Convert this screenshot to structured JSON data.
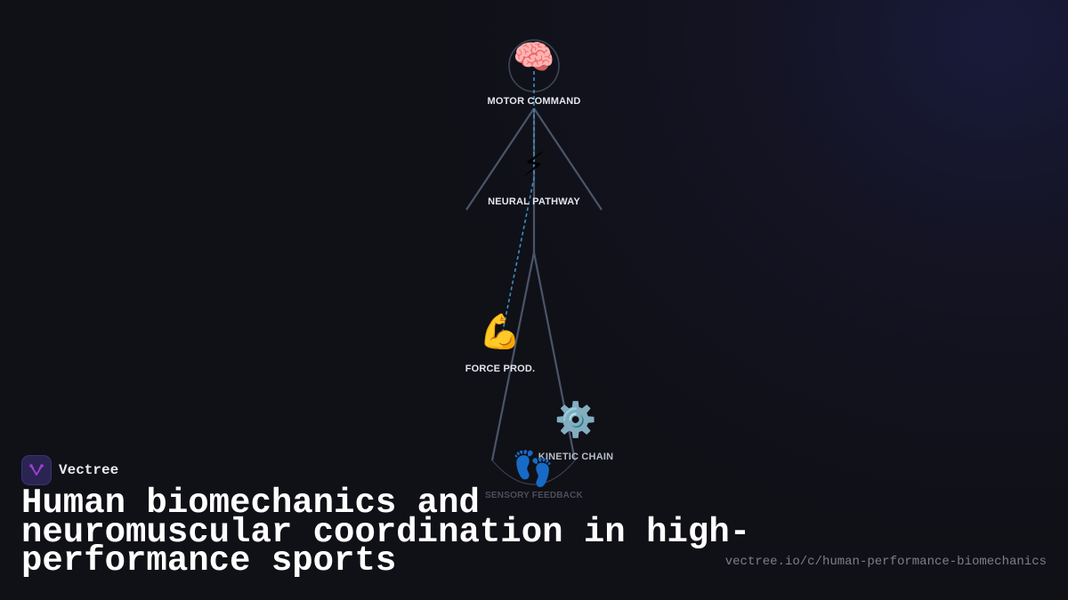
{
  "diagram": {
    "nodes": [
      {
        "id": "motor-command",
        "icon": "🧠",
        "icon_name": "brain-icon",
        "label": "MOTOR COMMAND"
      },
      {
        "id": "neural-pathway",
        "icon": "⚡",
        "icon_name": "lightning-icon",
        "label": "NEURAL PATHWAY"
      },
      {
        "id": "force-production",
        "icon": "💪",
        "icon_name": "flexed-biceps-icon",
        "label": "FORCE PROD."
      },
      {
        "id": "kinetic-chain",
        "icon": "⚙️",
        "icon_name": "gear-icon",
        "label": "KINETIC CHAIN"
      },
      {
        "id": "sensory-feedback",
        "icon": "👣",
        "icon_name": "footprints-icon",
        "label": "SENSORY FEEDBACK"
      }
    ],
    "colors": {
      "figure_stroke": "#4a5568",
      "signal_dash": "#3a8fc0",
      "background": "#101017"
    }
  },
  "brand": {
    "name": "Vectree",
    "logo_color": "#a23fd6"
  },
  "title": "Human biomechanics and neuromuscular coordination in high-performance sports",
  "url": "vectree.io/c/human-performance-biomechanics"
}
